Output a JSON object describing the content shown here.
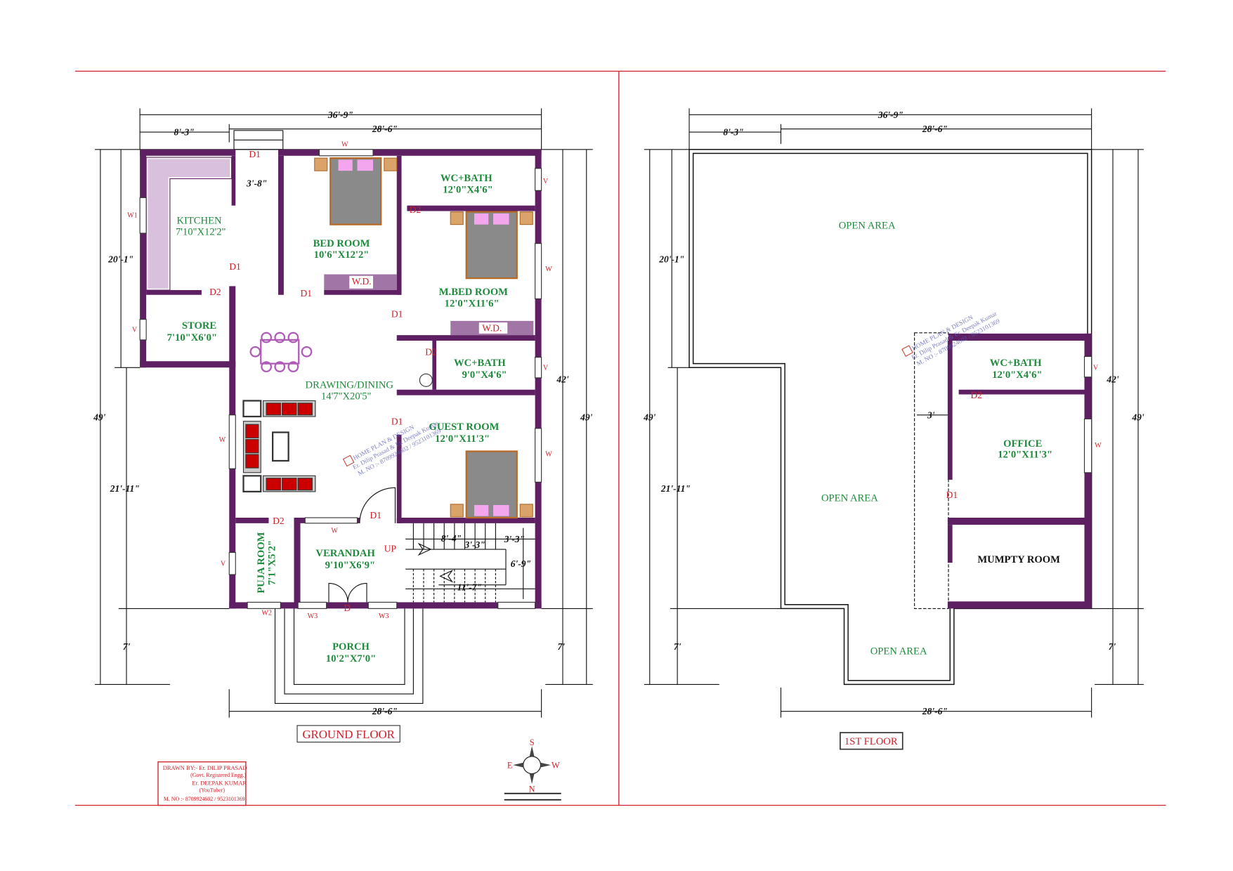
{
  "ground_floor": {
    "title": "GROUND FLOOR",
    "rooms": [
      {
        "name": "KITCHEN",
        "size": "7'10\"X12'2\""
      },
      {
        "name": "STORE",
        "size": "7'10\"X6'0\""
      },
      {
        "name": "BED ROOM",
        "size": "10'6\"X12'2\""
      },
      {
        "name": "WC+BATH",
        "size": "12'0\"X4'6\""
      },
      {
        "name": "M.BED ROOM",
        "size": "12'0\"X11'6\""
      },
      {
        "name": "WC+BATH",
        "size": "9'0\"X4'6\""
      },
      {
        "name": "DRAWING/DINING",
        "size": "14'7\"X20'5\""
      },
      {
        "name": "GUEST ROOM",
        "size": "12'0\"X11'3\""
      },
      {
        "name": "PUJA ROOM",
        "size": "7'1\"X5'2\""
      },
      {
        "name": "VERANDAH",
        "size": "9'10\"X6'9\""
      },
      {
        "name": "PORCH",
        "size": "10'2\"X7'0\""
      }
    ],
    "tags": {
      "d1": "D1",
      "d2": "D2",
      "d": "D",
      "w": "W",
      "w1": "W1",
      "w2": "W2",
      "w3": "W3",
      "v": "V",
      "wd": "W.D.",
      "up": "UP"
    },
    "dims": {
      "overall_width": "36'-9\"",
      "left_width": "8'-3\"",
      "main_width": "28'-6\"",
      "passage": "3'-8\"",
      "depth_total": "49'",
      "depth_upper": "20'-1\"",
      "depth_lower": "21'-11\"",
      "porch_depth": "7'",
      "right_depth": "42'",
      "stair_a": "8'-4\"",
      "stair_b": "3'-3\"",
      "stair_c": "3'-3\"",
      "stair_h": "6'-9\"",
      "stair_len": "11'-7\"",
      "bottom_width": "28'-6\""
    }
  },
  "first_floor": {
    "title": "1ST FLOOR",
    "rooms": [
      {
        "name": "WC+BATH",
        "size": "12'0\"X4'6\""
      },
      {
        "name": "OFFICE",
        "size": "12'0\"X11'3\""
      },
      {
        "name": "MUMPTY ROOM",
        "size": ""
      }
    ],
    "open_area": "OPEN AREA",
    "dims": {
      "overall_width": "36'-9\"",
      "left_width": "8'-3\"",
      "main_width": "28'-6\"",
      "gap": "3'",
      "depth_total": "49'",
      "depth_upper": "20'-1\"",
      "depth_lower": "21'-11\"",
      "porch_depth": "7'",
      "right_depth": "42'",
      "bottom_width": "28'-6\""
    }
  },
  "watermark": {
    "line1": "HOME PLAN & DESIGN",
    "line2": "Er. Dilip Prasad & Er. Deepak Kumar",
    "line3": "M. NO :- 8709924602 / 9523101369"
  },
  "compass": {
    "s": "S",
    "e": "E",
    "w": "W",
    "n": "N"
  },
  "credits": {
    "line1": "DRAWN BY:-  Er. DILIP PRASAD",
    "line2": "(Govt. Registered Engg.)",
    "line3": "Er. DEEPAK KUMAR",
    "line4": "(YouTuber)",
    "line5": "M. NO :- 8709924602 / 9523101369"
  },
  "colors": {
    "wall": "#5e1f63",
    "room_label": "#1e8a3c",
    "tag": "#d0202a",
    "frame": "#d0202a"
  }
}
